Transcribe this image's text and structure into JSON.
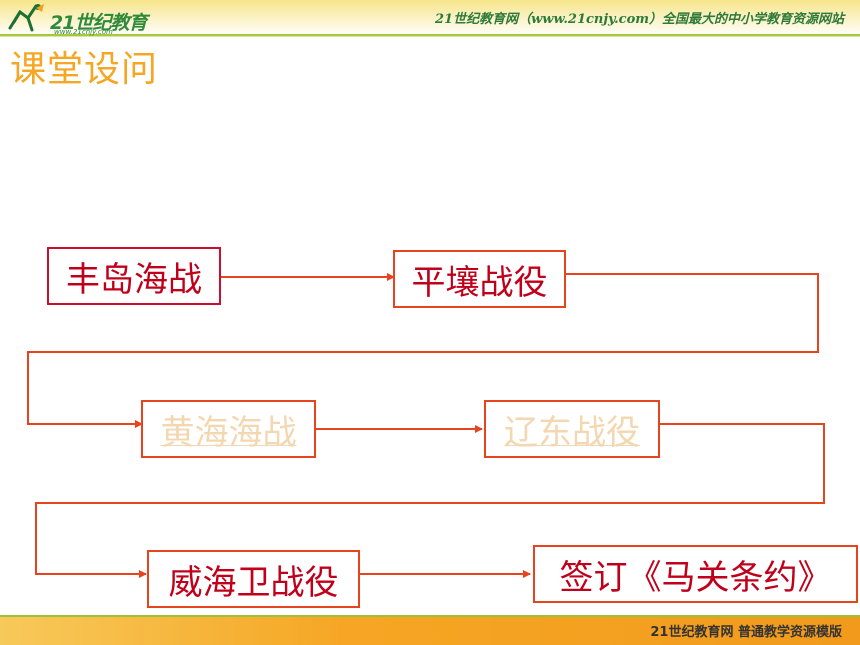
{
  "header": {
    "logo_text": "21世纪教育",
    "logo_sub": "www.21cnjy.com",
    "slogan": "21世纪教育网（www.21cnjy.com）全国最大的中小学教育资源网站"
  },
  "title": "课堂设问",
  "flow": {
    "nodes": [
      {
        "label": "丰岛海战"
      },
      {
        "label": "平壤战役"
      },
      {
        "label": "黄海海战"
      },
      {
        "label": "辽东战役"
      },
      {
        "label": "威海卫战役"
      },
      {
        "label": "签订《马关条约》"
      }
    ]
  },
  "footer": {
    "text": "21世纪教育网    普通教学资源模版"
  },
  "colors": {
    "accent_orange": "#f5a623",
    "flow_line": "#e6441f",
    "node_text": "#c0001a",
    "link_text_faded": "#f3d7b0",
    "header_green": "#2f7a3a"
  }
}
